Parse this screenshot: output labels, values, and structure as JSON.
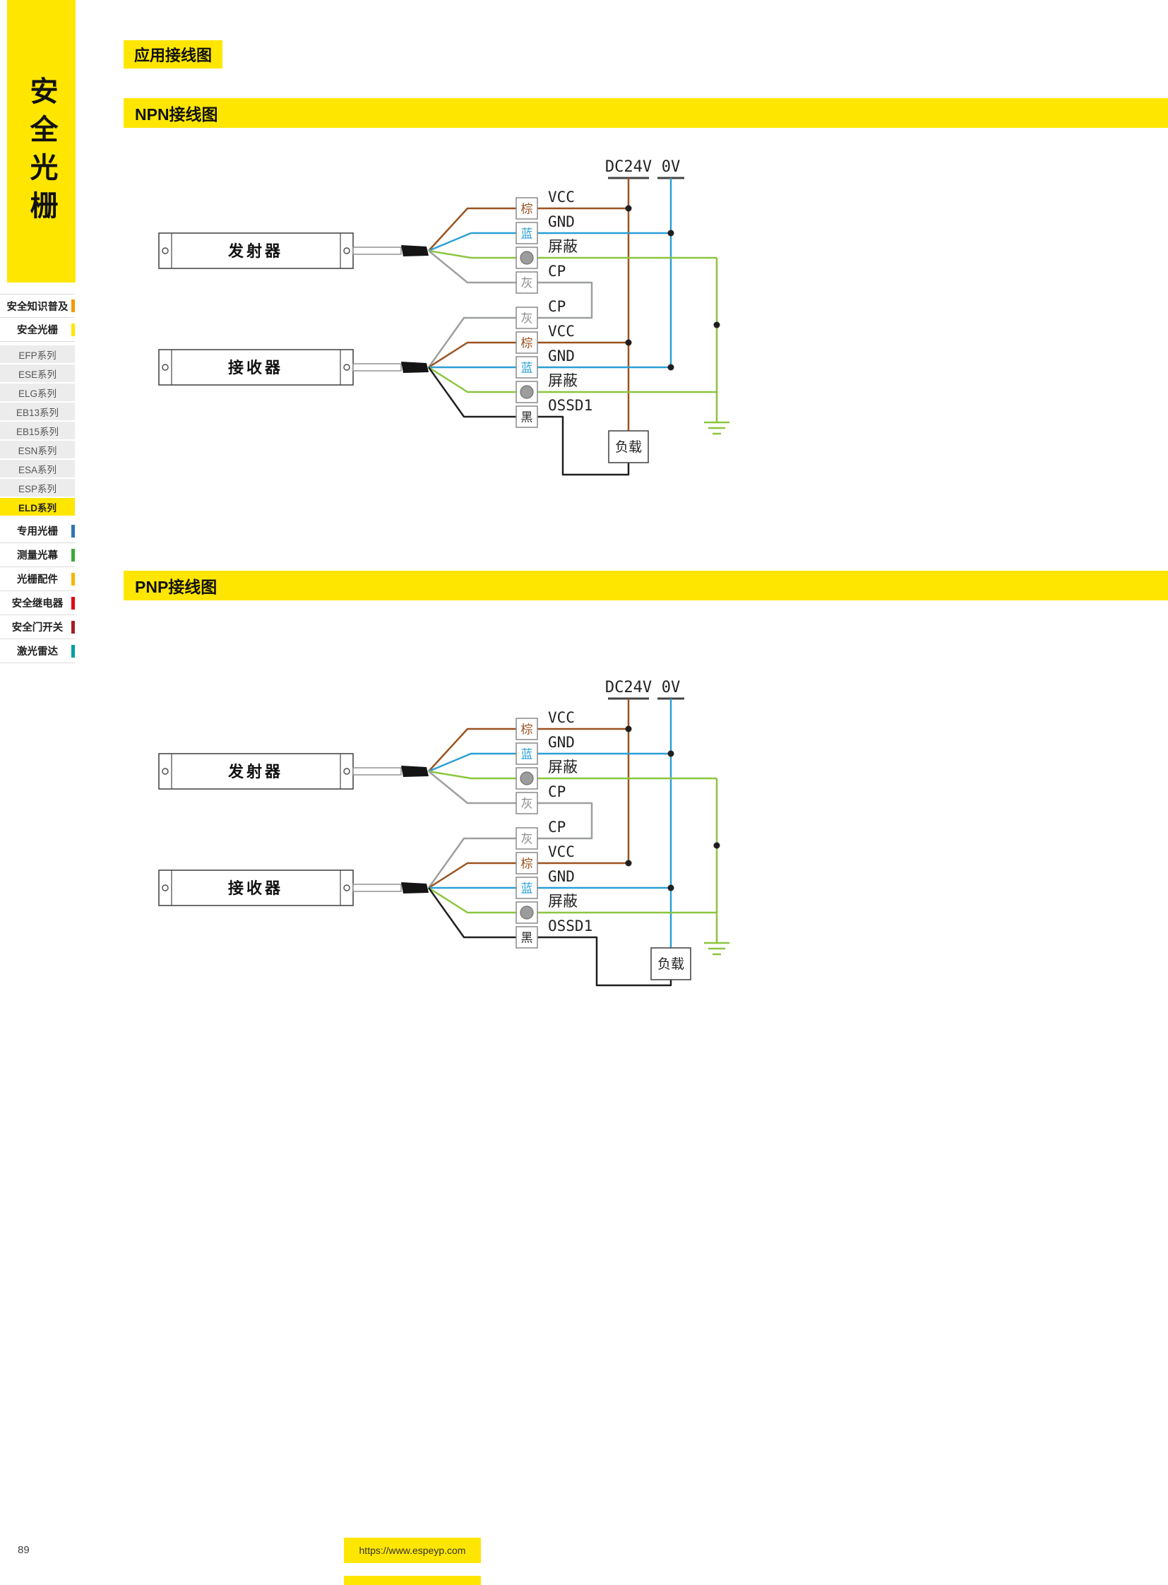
{
  "sidebar": {
    "vertical_title": "安全光栅",
    "items": [
      {
        "label": "安全知识普及",
        "type": "category",
        "accent": "#f39800"
      },
      {
        "label": "安全光栅",
        "type": "category",
        "accent": "#ffe600"
      },
      {
        "label": "EFP系列",
        "type": "series"
      },
      {
        "label": "ESE系列",
        "type": "series"
      },
      {
        "label": "ELG系列",
        "type": "series"
      },
      {
        "label": "EB13系列",
        "type": "series"
      },
      {
        "label": "EB15系列",
        "type": "series"
      },
      {
        "label": "ESN系列",
        "type": "series"
      },
      {
        "label": "ESA系列",
        "type": "series"
      },
      {
        "label": "ESP系列",
        "type": "series"
      },
      {
        "label": "ELD系列",
        "type": "series",
        "active": true
      },
      {
        "label": "专用光栅",
        "type": "category",
        "accent": "#2e75b6"
      },
      {
        "label": "测量光幕",
        "type": "category",
        "accent": "#3aaa35"
      },
      {
        "label": "光栅配件",
        "type": "category",
        "accent": "#f8b500"
      },
      {
        "label": "安全继电器",
        "type": "category",
        "accent": "#e60012"
      },
      {
        "label": "安全门开关",
        "type": "category",
        "accent": "#a61e22"
      },
      {
        "label": "激光雷达",
        "type": "category",
        "accent": "#00a0a0"
      }
    ]
  },
  "content": {
    "page_tag": "应用接线图",
    "sections": [
      {
        "title": "NPN接线图"
      },
      {
        "title": "PNP接线图"
      }
    ]
  },
  "diagram": {
    "transmitter": "发射器",
    "receiver": "接收器",
    "load": "负载",
    "rails": {
      "power": "DC24V",
      "zero": "0V"
    },
    "wires": {
      "brown": "棕",
      "blue": "蓝",
      "gray": "灰",
      "black": "黑"
    },
    "signals": {
      "vcc": "VCC",
      "gnd": "GND",
      "shield": "屏蔽",
      "cp": "CP",
      "ossd1": "OSSD1"
    }
  },
  "footer": {
    "page_number": "89",
    "url": "https://www.espeyp.com"
  },
  "colors": {
    "accent_yellow": "#ffe600",
    "wire_brown": "#9b5220",
    "wire_blue": "#2b9fd6",
    "wire_green": "#8bc53f",
    "wire_gray": "#9e9f9f",
    "wire_black": "#1f1f1f",
    "box_border": "#8a8a8a",
    "device_border": "#4a4a4a"
  }
}
